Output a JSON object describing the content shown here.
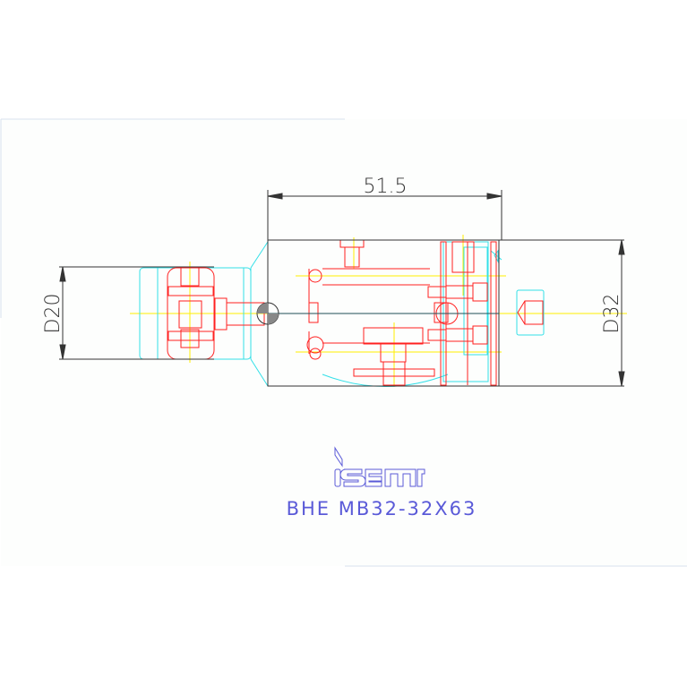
{
  "drawing": {
    "dimensions": {
      "length": "51.5",
      "left_diameter": "D20",
      "right_diameter": "D32"
    },
    "logo_text": "iscar",
    "part_number": "BHE MB32-32X63",
    "colors": {
      "outline": "#333333",
      "hidden_parts": "#ff2020",
      "cyan_parts": "#33e0e8",
      "centerline": "#ffee00",
      "title": "#5a5ad8",
      "frame": "#d8e2ee"
    }
  }
}
